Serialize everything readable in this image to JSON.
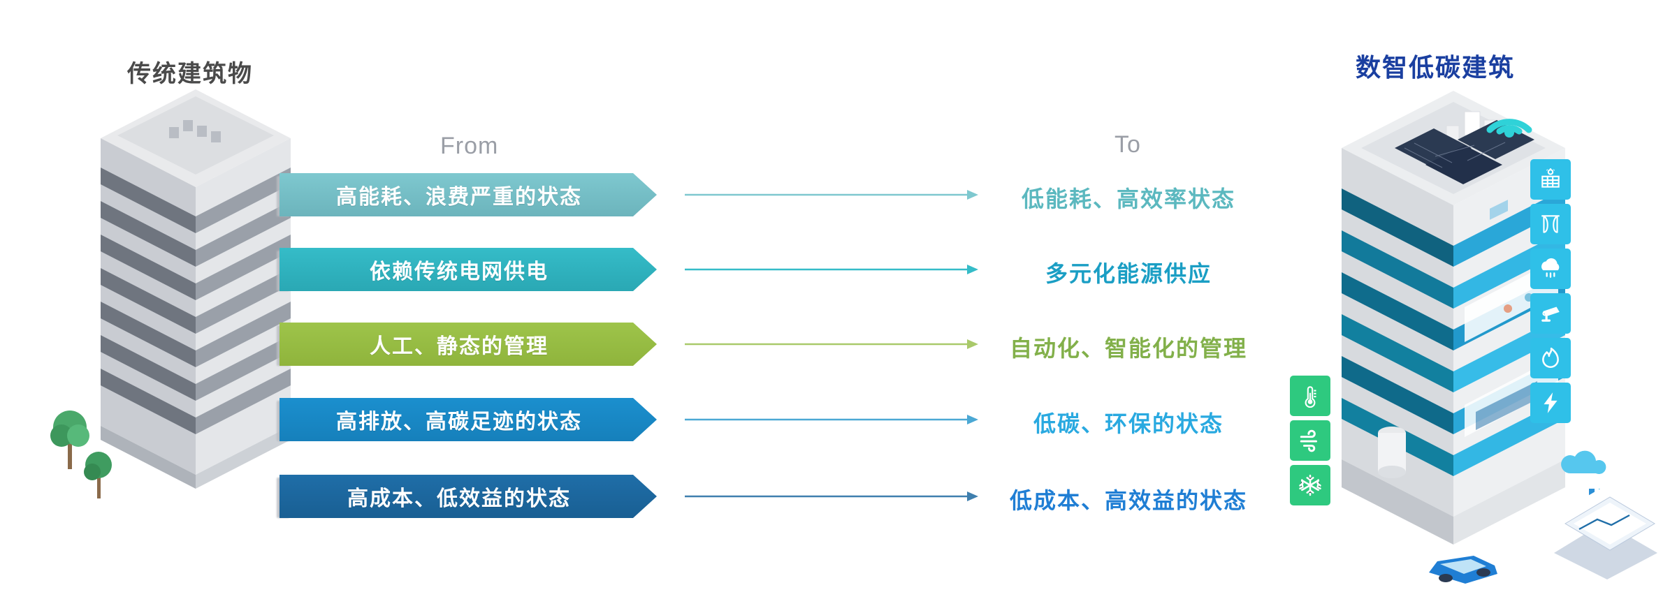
{
  "headings": {
    "left_title": "传统建筑物",
    "right_title": "数智低碳建筑",
    "from_label": "From",
    "to_label": "To"
  },
  "colors": {
    "row1": "#7ec8cf",
    "row2": "#35bcc8",
    "row3": "#9ec44a",
    "row4": "#1b8fce",
    "row5": "#1f6ea8",
    "right_title": "#1a3fa0",
    "left_title": "#4a4a4a",
    "label_gray": "#9a9ea6",
    "badge_cyan": "#2fc0e8",
    "badge_green": "#2ec97f"
  },
  "rows": [
    {
      "from_text": "高能耗、浪费严重的状态",
      "to_text": "低能耗、高效率状态",
      "from_color": "#7ec8cf",
      "from_color_dark": "#6cb4bc",
      "to_color": "#5bb8bf",
      "arrow_color": "#7ec8cf"
    },
    {
      "from_text": "依赖传统电网供电",
      "to_text": "多元化能源供应",
      "from_color": "#35bcc8",
      "from_color_dark": "#2aa8b4",
      "to_color": "#1a9ec4",
      "arrow_color": "#35bcc8"
    },
    {
      "from_text": "人工、静态的管理",
      "to_text": "自动化、智能化的管理",
      "from_color": "#9ec44a",
      "from_color_dark": "#8fb43c",
      "to_color": "#82b04a",
      "arrow_color": "#a9c96a"
    },
    {
      "from_text": "高排放、高碳足迹的状态",
      "to_text": "低碳、环保的状态",
      "from_color": "#1b8fce",
      "from_color_dark": "#1680bb",
      "to_color": "#29a9e0",
      "arrow_color": "#4ba8d4"
    },
    {
      "from_text": "高成本、低效益的状态",
      "to_text": "低成本、高效益的状态",
      "from_color": "#1f6ea8",
      "from_color_dark": "#195f93",
      "to_color": "#1f7ed4",
      "arrow_color": "#3f7fae"
    }
  ],
  "badges_right": [
    {
      "icon": "solar-panel-icon"
    },
    {
      "icon": "curtain-icon"
    },
    {
      "icon": "sprinkler-icon"
    },
    {
      "icon": "cctv-camera-icon"
    },
    {
      "icon": "fire-flame-icon"
    },
    {
      "icon": "lightning-bolt-icon"
    }
  ],
  "badges_left": [
    {
      "icon": "thermometer-icon"
    },
    {
      "icon": "airflow-icon"
    },
    {
      "icon": "snowflake-icon"
    }
  ]
}
